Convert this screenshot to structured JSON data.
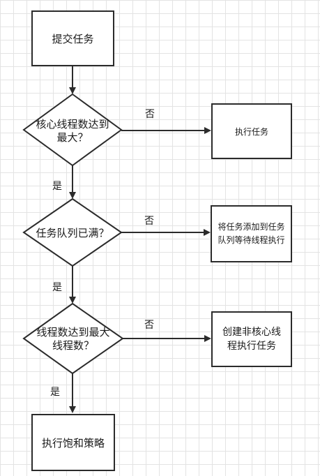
{
  "nodes": {
    "submit": "提交任务",
    "q_core_line1": "核心线程数达到",
    "q_core_line2": "最大？",
    "a_execute": "执行任务",
    "q_queue": "任务队列已满？",
    "a_queue_line1": "将任务添加到任务",
    "a_queue_line2": "队列等待线程执行",
    "q_max_line1": "线程数达到最大",
    "q_max_line2": "线程数？",
    "a_create_line1": "创建非核心线",
    "a_create_line2": "程执行任务",
    "reject": "执行饱和策略"
  },
  "edges": {
    "no": "否",
    "yes": "是"
  }
}
